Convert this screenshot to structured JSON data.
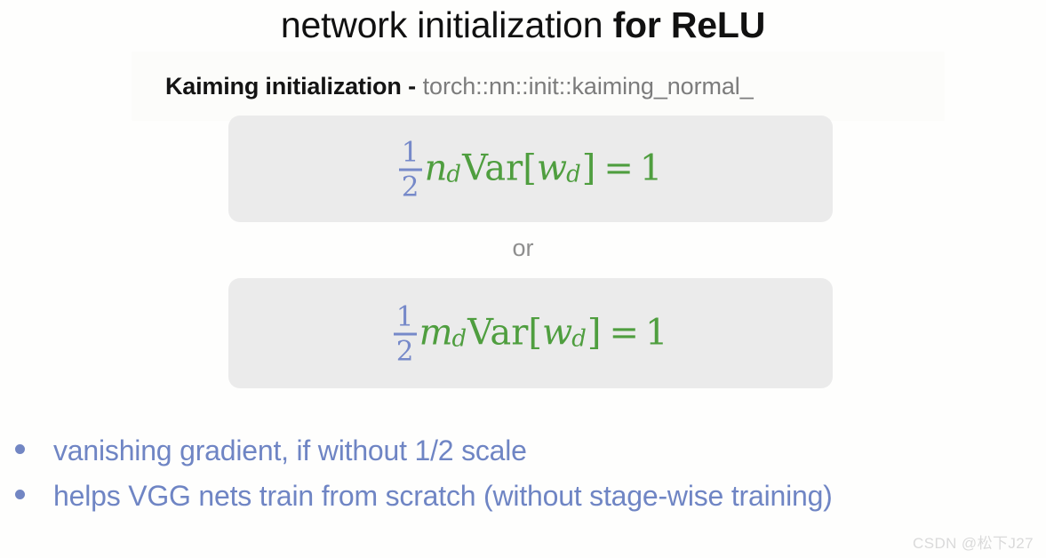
{
  "slide": {
    "title": {
      "plain": "network initialization ",
      "bold": "for ReLU"
    },
    "subtitle": {
      "bold": "Kaiming initialization",
      "separator": " - ",
      "code": "torch::nn::init::kaiming_normal_"
    },
    "formulas": [
      {
        "id": "formula-n",
        "numerator": "1",
        "denominator": "2",
        "variable": "n",
        "variable_subscript": "d",
        "function": "Var",
        "open_bracket": "[",
        "arg": "w",
        "arg_subscript": "d",
        "close_bracket": "]",
        "equals": "=",
        "result": "1",
        "latex": "\\frac{1}{2} n_d \\mathrm{Var}[w_d] = 1"
      },
      {
        "id": "formula-m",
        "numerator": "1",
        "denominator": "2",
        "variable": "m",
        "variable_subscript": "d",
        "function": "Var",
        "open_bracket": "[",
        "arg": "w",
        "arg_subscript": "d",
        "close_bracket": "]",
        "equals": "=",
        "result": "1",
        "latex": "\\frac{1}{2} m_d \\mathrm{Var}[w_d] = 1"
      }
    ],
    "connector": "or",
    "bullets": [
      "vanishing gradient, if without 1/2 scale",
      "helps VGG nets train from scratch (without stage-wise training)"
    ],
    "watermark": "CSDN @松下J27",
    "colors": {
      "formula_green": "#4f9e3f",
      "fraction_blue": "#7689c9",
      "bullet_blue": "#6f85c4",
      "code_gray": "#7c7c7c",
      "connector_gray": "#8e8e8e",
      "box_background": "#ebebeb",
      "watermark_gray": "#dadada",
      "page_background": "#fefefd"
    }
  }
}
